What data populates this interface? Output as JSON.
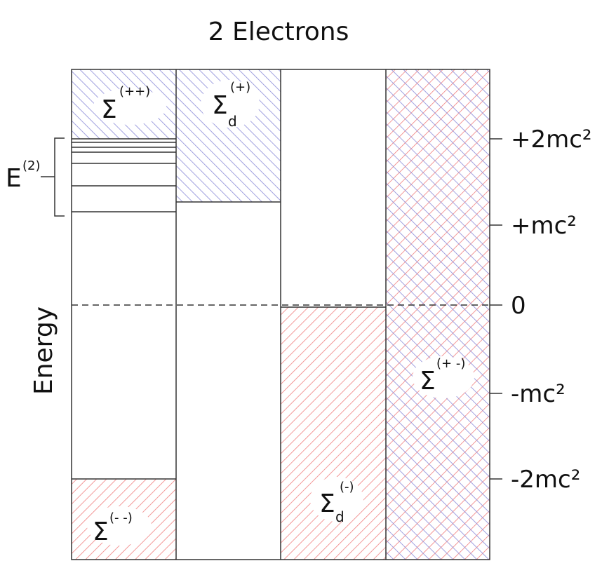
{
  "title": "2 Electrons",
  "axis_label": "Energy",
  "ticks": [
    {
      "label": "+2mc²",
      "value": 2
    },
    {
      "label": "+mc²",
      "value": 1
    },
    {
      "label": "0",
      "value": 0
    },
    {
      "label": "-mc²",
      "value": -1
    },
    {
      "label": "-2mc²",
      "value": -2
    }
  ],
  "bound_states": {
    "label": "E",
    "superscript": "(2)"
  },
  "regions": {
    "sigma_pp": {
      "symbol": "Σ",
      "superscript": "(++)",
      "color": "#8a8ad8"
    },
    "sigma_d_plus": {
      "symbol": "Σ",
      "subscript": "d",
      "superscript": "(+)",
      "color": "#8a8ad8"
    },
    "sigma_mm": {
      "symbol": "Σ",
      "superscript": "(- -)",
      "color": "#f08080"
    },
    "sigma_d_minus": {
      "symbol": "Σ",
      "subscript": "d",
      "superscript": "(-)",
      "color": "#f08080"
    },
    "sigma_pm": {
      "symbol": "Σ",
      "superscript": "(+ -)",
      "colors": [
        "#8a8ad8",
        "#f08080"
      ]
    }
  }
}
